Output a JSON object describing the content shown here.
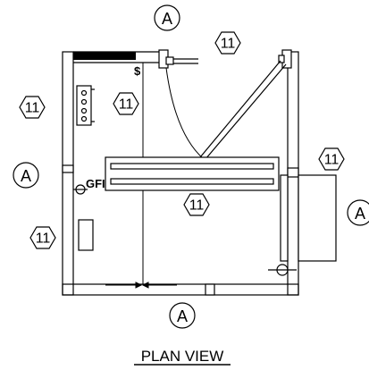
{
  "elevation_callouts": [
    {
      "id": "top",
      "text": "A"
    },
    {
      "id": "left",
      "text": "A"
    },
    {
      "id": "right",
      "text": "A"
    },
    {
      "id": "bottom",
      "text": "A"
    }
  ],
  "hex_tags": [
    {
      "id": "top-right",
      "text": "11"
    },
    {
      "id": "left-upper",
      "text": "11"
    },
    {
      "id": "center-upper",
      "text": "11"
    },
    {
      "id": "right-middle",
      "text": "11"
    },
    {
      "id": "center-lower",
      "text": "11"
    },
    {
      "id": "left-lower",
      "text": "11"
    }
  ],
  "notes": {
    "switch_symbol": "$",
    "gfi_label": "GFI"
  },
  "title": "PLAN VIEW"
}
